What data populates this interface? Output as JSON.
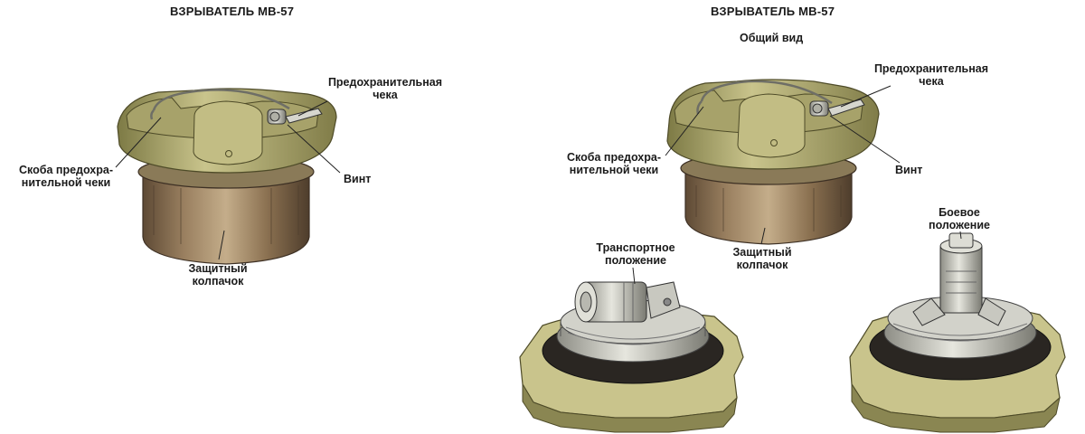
{
  "left_panel": {
    "title": "ВЗРЫВАТЕЛЬ МВ-57",
    "labels": {
      "safety_pin": [
        "Предохранительная",
        "чека"
      ],
      "pin_bracket": [
        "Скоба предохра-",
        "нительной чеки"
      ],
      "screw": [
        "Винт"
      ],
      "protective_cap": [
        "Защитный",
        "колпачок"
      ]
    }
  },
  "right_panel": {
    "title": "ВЗРЫВАТЕЛЬ МВ-57",
    "subtitle": "Общий вид",
    "labels": {
      "safety_pin": [
        "Предохранительная",
        "чека"
      ],
      "pin_bracket": [
        "Скоба предохра-",
        "нительной чеки"
      ],
      "screw": [
        "Винт"
      ],
      "protective_cap": [
        "Защитный",
        "колпачок"
      ],
      "transport_position": [
        "Транспортное",
        "положение"
      ],
      "combat_position": [
        "Боевое",
        "положение"
      ]
    }
  },
  "colors": {
    "body_olive": "#b8b27a",
    "body_olive_dark": "#7d7a45",
    "cap_brown": "#9a8060",
    "cap_brown_dark": "#5e4a35",
    "metal": "#c8c8c0",
    "ring_black": "#2a2622"
  }
}
